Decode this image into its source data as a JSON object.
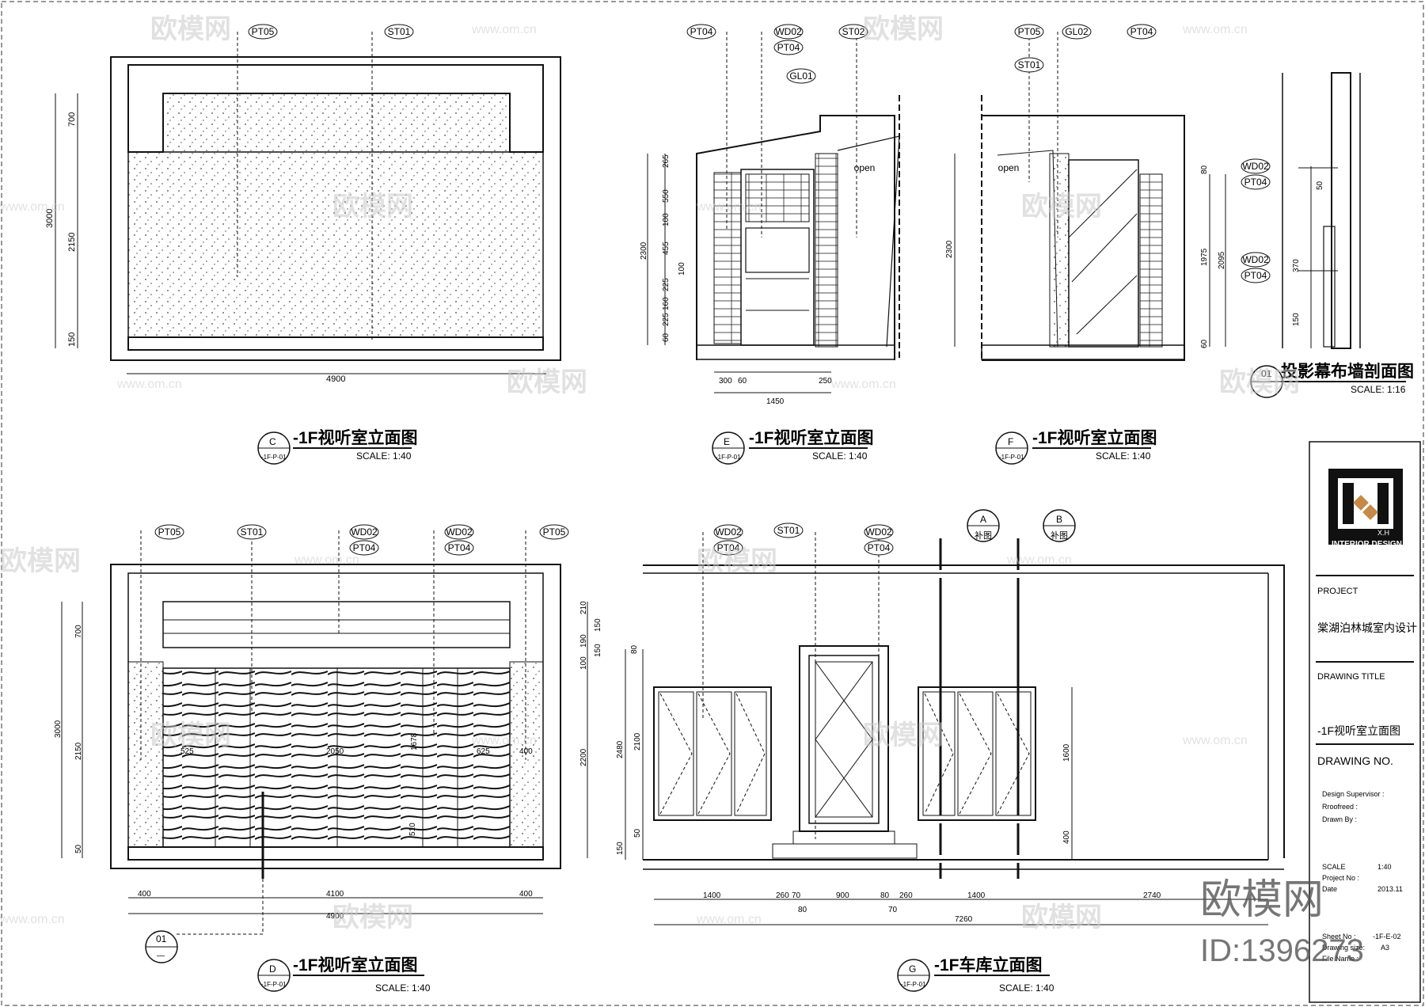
{
  "tags": {
    "pt05": "PT05",
    "st01": "ST01",
    "pt04": "PT04",
    "wd02": "WD02",
    "st02": "ST02",
    "gl01": "GL01",
    "gl02": "GL02",
    "buxiang": "补图",
    "a": "A",
    "b": "B",
    "section": "01",
    "section_sub": "—"
  },
  "views": {
    "c": {
      "letter": "C",
      "ref": "-1F-P-01",
      "title": "-1F视听室立面图",
      "scale": "SCALE: 1:40"
    },
    "e": {
      "letter": "E",
      "ref": "-1F-P-01",
      "title": "-1F视听室立面图",
      "scale": "SCALE: 1:40"
    },
    "f": {
      "letter": "F",
      "ref": "-1F-P-01",
      "title": "-1F视听室立面图",
      "scale": "SCALE: 1:40"
    },
    "d": {
      "letter": "D",
      "ref": "-1F-P-01",
      "title": "-1F视听室立面图",
      "scale": "SCALE: 1:40"
    },
    "g": {
      "letter": "G",
      "ref": "-1F-P-01",
      "title": "-1F车库立面图",
      "scale": "SCALE: 1:40"
    },
    "s": {
      "number": "01",
      "title": "投影幕布墙剖面图",
      "scale": "SCALE: 1:16"
    }
  },
  "notes": {
    "open": "open"
  },
  "dims": {
    "c": {
      "v700": "700",
      "v2150": "2150",
      "v150": "150",
      "v3000": "3000",
      "w4900": "4900"
    },
    "e": {
      "d265": "265",
      "d550": "550",
      "d100": "100",
      "d455": "455",
      "d100b": "100",
      "d225": "225",
      "d160": "160",
      "d225b": "225",
      "d60": "60",
      "d2300": "2300",
      "w300": "300",
      "w60": "60",
      "w250": "250",
      "w1450": "1450"
    },
    "f": {
      "d2300": "2300",
      "r80": "80",
      "r1975": "1975",
      "r60": "60",
      "r2095": "2095"
    },
    "s": {
      "d50": "50",
      "d370": "370",
      "d150": "150"
    },
    "d": {
      "v700": "700",
      "v2150": "2150",
      "v50": "50",
      "v3000": "3000",
      "r210": "210",
      "r150": "150",
      "r190": "190",
      "r150b": "150",
      "r100": "100",
      "r2200": "2200",
      "w400": "400",
      "w4100": "4100",
      "w400b": "400",
      "w4900": "4900",
      "i525": "525",
      "i2050": "2050",
      "i625": "625",
      "i400": "400",
      "i1678": "1678",
      "i510": "510"
    },
    "g": {
      "l80": "80",
      "l2480": "2480",
      "l2100": "2100",
      "l150": "150",
      "l50": "50",
      "r1600": "1600",
      "r400": "400",
      "w1400": "1400",
      "w260": "260",
      "w70": "70",
      "w900": "900",
      "w80": "80",
      "w260b": "260",
      "w1400b": "1400",
      "w2740": "2740",
      "w80b": "80",
      "w70b": "70",
      "w7260": "7260"
    }
  },
  "titleblock": {
    "logo_text": "X.H",
    "logo_sub": "INTERIOR DESIGN",
    "project_label": "PROJECT",
    "project_name": "棠湖泊林城室内设计",
    "drawing_title_label": "DRAWING TITLE",
    "drawing_title": "-1F视听室立面图",
    "drawing_no_label": "DRAWING NO.",
    "design_supervisor": "Design Supervisor :",
    "roofreed": "Rroofreed   :",
    "drawn_by": "Drawn By      :",
    "scale_label": "SCALE",
    "scale_value": "1:40",
    "project_no_label": "Project No :",
    "date_label": "Date",
    "date_value": "2013.11",
    "sheet_no_label": "Sheet No :",
    "sheet_no_value": "-1F-E-02",
    "drawing_size_label": "Drawing size:",
    "drawing_size_value": "A3",
    "file_name_label": "File Name  :"
  },
  "watermarks": {
    "brand": "欧模网",
    "url": "www.om.cn",
    "id": "ID:1396273"
  }
}
